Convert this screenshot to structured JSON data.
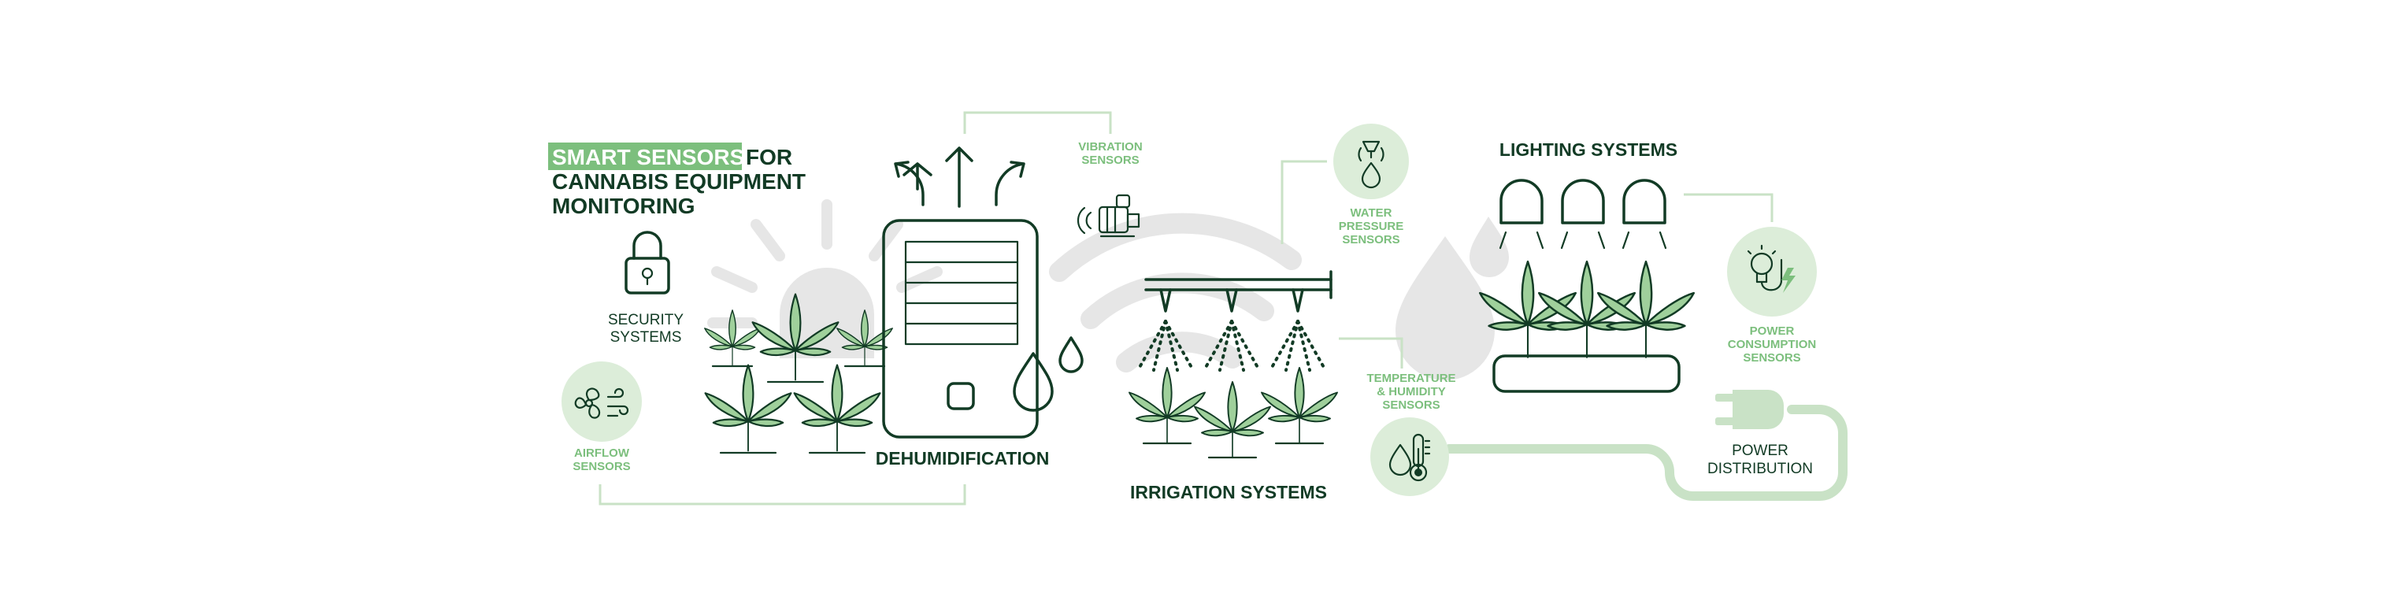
{
  "title": {
    "highlight": "SMART SENSORS",
    "line1_rest": "FOR",
    "line2": "CANNABIS EQUIPMENT",
    "line3": "MONITORING"
  },
  "headings": {
    "dehumidification": "DEHUMIDIFICATION",
    "irrigation": "IRRIGATION SYSTEMS",
    "lighting": "LIGHTING SYSTEMS"
  },
  "labels": {
    "security_l1": "SECURITY",
    "security_l2": "SYSTEMS",
    "power_dist_l1": "POWER",
    "power_dist_l2": "DISTRIBUTION"
  },
  "sensors": {
    "airflow": [
      "AIRFLOW",
      "SENSORS"
    ],
    "vibration": [
      "VIBRATION",
      "SENSORS"
    ],
    "water_pressure": [
      "WATER",
      "PRESSURE",
      "SENSORS"
    ],
    "temp_humidity": [
      "TEMPERATURE",
      "& HUMIDITY",
      "SENSORS"
    ],
    "power_consumption": [
      "POWER",
      "CONSUMPTION",
      "SENSORS"
    ]
  },
  "colors": {
    "dark_green": "#123b25",
    "accent_green": "#7cbf7d",
    "leaf_fill": "#9fd09b",
    "circle_bg": "#dcedd9",
    "connector": "#c9e2c6",
    "ghost_gray": "#e6e6e6"
  }
}
